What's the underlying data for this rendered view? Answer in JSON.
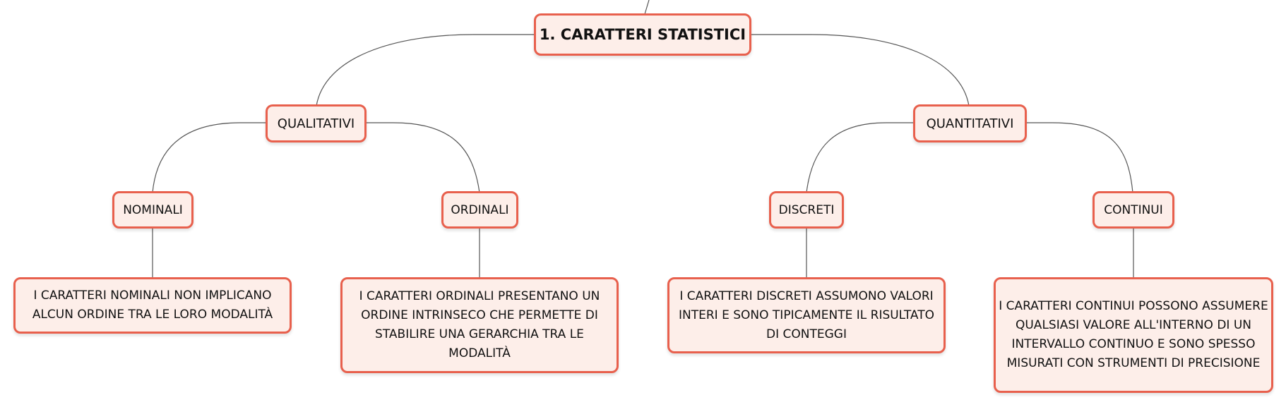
{
  "colors": {
    "node_border": "#e8604d",
    "node_fill": "#fdeee9",
    "connector": "#555555"
  },
  "root": {
    "label": "1. CARATTERI STATISTICI"
  },
  "qualitativi": {
    "label": "QUALITATIVI",
    "nominali": {
      "label": "NOMINALI",
      "description": "I CARATTERI NOMINALI NON IMPLICANO ALCUN ORDINE TRA LE LORO MODALITÀ"
    },
    "ordinali": {
      "label": "ORDINALI",
      "description": "I CARATTERI ORDINALI PRESENTANO UN ORDINE INTRINSECO CHE PERMETTE DI STABILIRE UNA GERARCHIA TRA LE MODALITÀ"
    }
  },
  "quantitativi": {
    "label": "QUANTITATIVI",
    "discreti": {
      "label": "DISCRETI",
      "description": "I CARATTERI DISCRETI ASSUMONO VALORI INTERI E SONO TIPICAMENTE IL RISULTATO DI CONTEGGI"
    },
    "continui": {
      "label": "CONTINUI",
      "description": "I CARATTERI CONTINUI POSSONO ASSUMERE QUALSIASI VALORE ALL'INTERNO DI UN INTERVALLO CONTINUO E SONO SPESSO MISURATI CON STRUMENTI DI PRECISIONE"
    }
  }
}
